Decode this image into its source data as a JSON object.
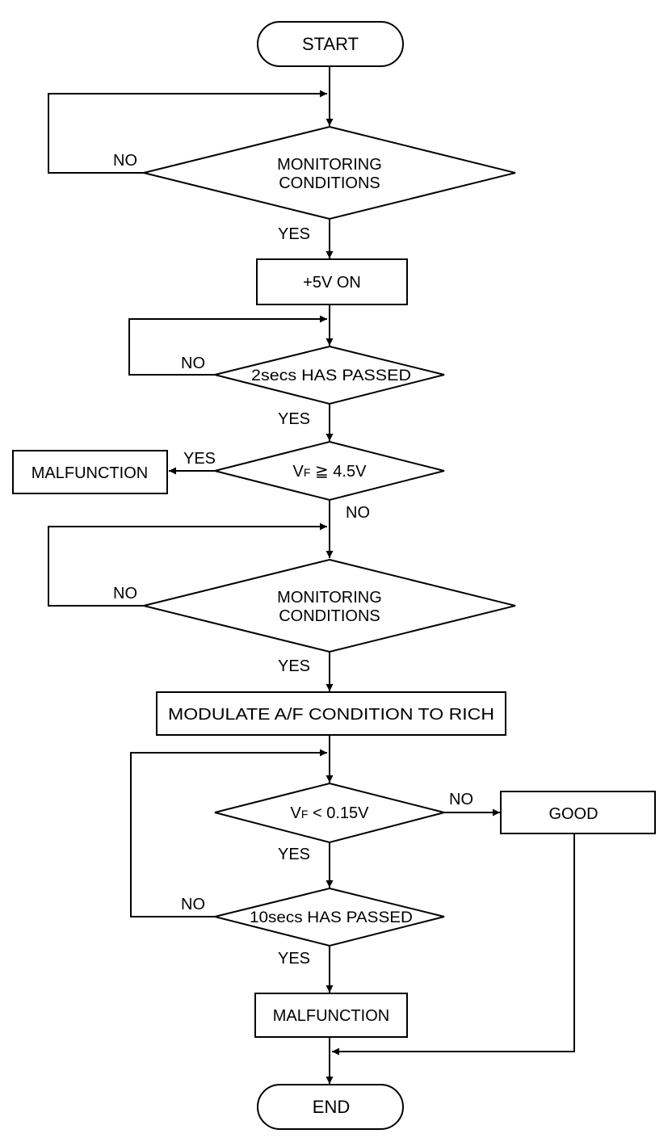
{
  "nodes": {
    "start": "START",
    "monitoring_1": [
      "MONITORING",
      "CONDITIONS"
    ],
    "plus5v_on": "+5V ON",
    "two_secs": "2secs HAS PASSED",
    "vf_ge": {
      "v": "V",
      "sub": "F",
      "rest": " ≧ 4.5V"
    },
    "malfunction_1": "MALFUNCTION",
    "monitoring_2": [
      "MONITORING",
      "CONDITIONS"
    ],
    "modulate": "MODULATE A/F CONDITION TO RICH",
    "vf_lt": {
      "v": "V",
      "sub": "F",
      "rest": " < 0.15V"
    },
    "good": "GOOD",
    "ten_secs": "10secs HAS PASSED",
    "malfunction_2": "MALFUNCTION",
    "end": "END"
  },
  "labels": {
    "no_monitoring_1": "NO",
    "yes_monitoring_1": "YES",
    "no_two_secs": "NO",
    "yes_two_secs": "YES",
    "yes_vf_ge": "YES",
    "no_vf_ge": "NO",
    "no_monitoring_2": "NO",
    "yes_monitoring_2": "YES",
    "no_vf_lt": "NO",
    "yes_vf_lt": "YES",
    "no_ten_secs": "NO",
    "yes_ten_secs": "YES"
  }
}
